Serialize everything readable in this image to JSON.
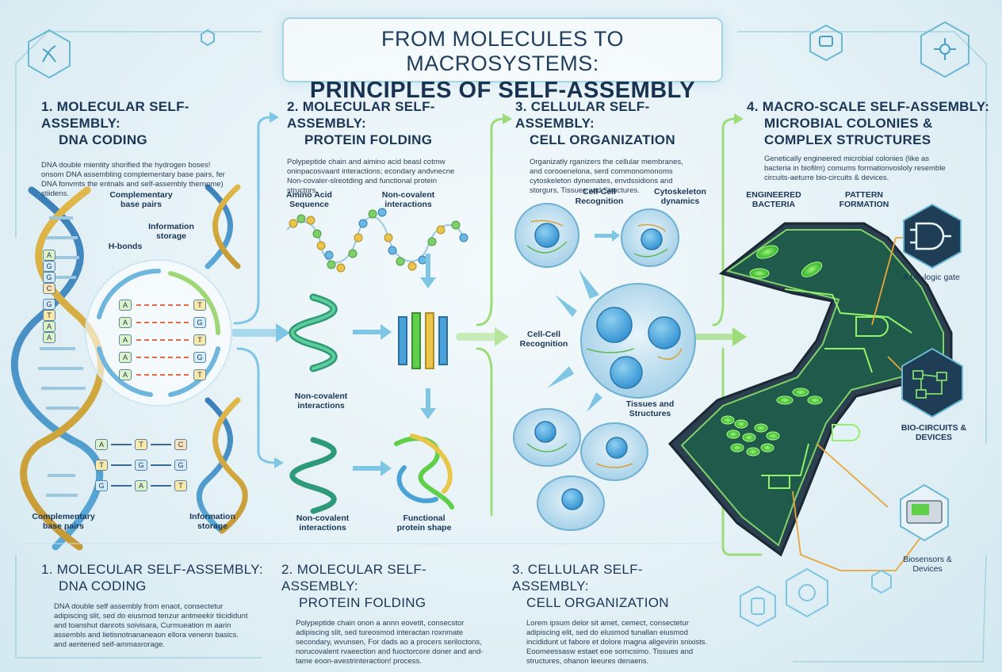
{
  "title": {
    "line1": "FROM MOLECULES TO MACROSYSTEMS:",
    "line2": "PRINCIPLES OF SELF-ASSEMBLY"
  },
  "sections": [
    {
      "title_line1": "1. MOLECULAR SELF-ASSEMBLY:",
      "title_line2": "DNA CODING",
      "desc": "DNA double mientity shorified the hydrogen boses! onsom DNA assembling complementary base pairs, fer DNA fonvmts the entnals and self-assembly thernome) stiidens."
    },
    {
      "title_line1": "2. MOLECULAR SELF-ASSEMBLY:",
      "title_line2": "PROTEIN FOLDING",
      "desc": "Polypeptide chain and aimino acid beasl cotmw oninpacosvaant interactions; econdary andvnecne Non-covaler-slreotding and functional protein structors."
    },
    {
      "title_line1": "3. CELLULAR SELF-ASSEMBLY:",
      "title_line2": "CELL ORGANIZATION",
      "desc": "Organizatly rganizers the cellular membranes, and corooenelona, serd commonomonoms cytoskeleton dynemates, envdssidions and storgurs, Tissues and Structures."
    },
    {
      "title_line1": "4. MACRO-SCALE SELF-ASSEMBLY:",
      "title_line2": "MICROBIAL COLONIES &",
      "title_line3": "COMPLEX STRUCTURES",
      "desc": "Genetically engineered microbial colonies (like as bacteria in biofilm) comums formationvosloly resemble circuits-aeturre bio-circuits & devices."
    }
  ],
  "labels": {
    "complementary_top": "Complementary base pairs",
    "information_top": "Information storage",
    "hbonds": "H-bonds",
    "complementary_bottom": "Complementary base pairs",
    "information_bottom": "Information storage",
    "amino_acid": "Amino Acid Sequence",
    "noncov_top": "Non-covalent interactions",
    "noncov_mid": "Non-covalent interactions",
    "noncov_bottom": "Non-covalent interactions",
    "functional": "Functional protein shape",
    "cell_recog_top": "Cell-Cell Recognition",
    "cytoskeleton": "Cytoskeleton dynamics",
    "cell_recog_mid": "Cell-Cell Recognition",
    "tissues": "Tissues and Structures",
    "eng_bacteria": "ENGINEERED BACTERIA",
    "pattern": "PATTERN FORMATION",
    "bio_logic": "A bio-logic gate",
    "bio_circuits": "BIO-CIRCUITS & DEVICES",
    "biosensors": "Biosensors & Devices"
  },
  "base_pairs_circle": [
    [
      "A",
      "T"
    ],
    [
      "A",
      "G"
    ],
    [
      "A",
      "T"
    ],
    [
      "A",
      "G"
    ],
    [
      "A",
      "T"
    ]
  ],
  "base_pairs_lower": [
    [
      "A",
      "T",
      "C"
    ],
    [
      "T",
      "G",
      "G"
    ],
    [
      "G",
      "A",
      "T"
    ]
  ],
  "helix_letters_left": [
    "A",
    "G",
    "G",
    "C",
    "G",
    "T",
    "A",
    "A"
  ],
  "bottom": [
    {
      "title_line1": "1. MOLECULAR SELF-ASSEMBLY:",
      "title_line2": "DNA CODING",
      "desc": "DNA double self assembly from enaot, consectetur adipiscing slit, sed do eiusmod tenzur antmeekir tiicididunt and toanshut danrots soivisara, Curmueation m aarin assembls and lietisnotnananeaon ellora venenn basics. and aentened seif-ammasrorage."
    },
    {
      "title_line1": "2. MOLECULAR SELF-ASSEMBLY:",
      "title_line2": "PROTEIN FOLDING",
      "desc": "Polypeptide chain onon a annn eovetit, consecstor adipiscing slit, sed tureosmod interactan roxnmate secondary, wvunsen, For dads ao a procers seriloctons, norucovalent rvaeection and fuoctorcore doner and and-tame eoon-avestrinteraction! process."
    },
    {
      "title_line1": "3. CELLULAR SELF-ASSEMBLY:",
      "title_line2": "CELL ORGANIZATION",
      "desc": "Lorem ipsum delor sit amet, cemect, consectetur adipiscing elit, sed do elusmod tunallan eiusmod incididunt ut fabore et dolore magna aligevirin snixists. Eoomeessasw estaet eoe somcsimo. Tissues and structures, ohanon leeures denaens."
    }
  ],
  "colors": {
    "blue": "#4aa3d8",
    "green": "#5fcf4a",
    "yellow": "#e9c64a",
    "navy": "#1b3656"
  }
}
